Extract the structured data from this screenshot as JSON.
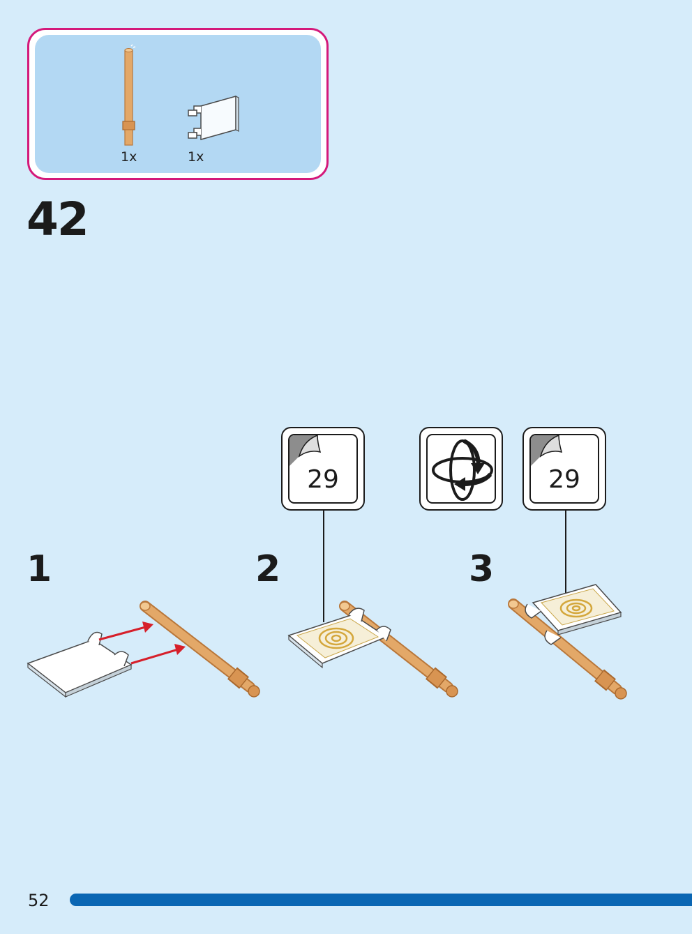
{
  "parts_list": {
    "items": [
      {
        "name": "bar",
        "qty": "1x"
      },
      {
        "name": "flag",
        "qty": "1x"
      }
    ]
  },
  "step": {
    "number": "42"
  },
  "sub_steps": [
    {
      "number": "1"
    },
    {
      "number": "2",
      "sticker": "29"
    },
    {
      "number": "3",
      "sticker": "29"
    }
  ],
  "rotate_icon": "rotate-model-icon",
  "page": {
    "number": "52"
  },
  "colors": {
    "background": "#d6ecfa",
    "parts_border": "#d4197a",
    "parts_fill": "#b3d8f3",
    "bar_tan": "#e3a868",
    "arrow_red": "#d61f2a",
    "page_bar": "#0a66b3"
  }
}
